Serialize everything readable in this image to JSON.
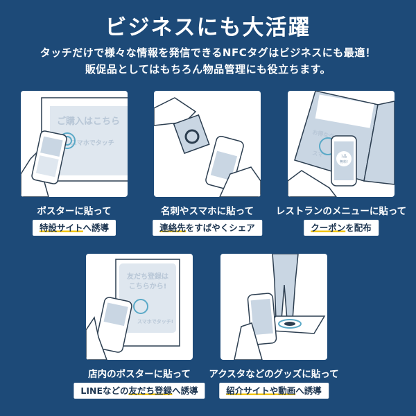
{
  "header": {
    "title": "ビジネスにも大活躍",
    "subtitle_line1": "タッチだけで様々な情報を発信できるNFCタグはビジネスにも最適！",
    "subtitle_line2": "販促品としてはもちろん物品管理にも役立ちます。"
  },
  "colors": {
    "background": "#1d4a78",
    "highlight": "#f2c514",
    "illustration_fill": "#c9d6e3"
  },
  "items": [
    {
      "label": "ポスターに貼って",
      "button_hl": "特設サイト",
      "button_rest": "へ誘導",
      "illustration": {
        "text1": "ご購入はこちら",
        "text2": "スマホでタッチ"
      }
    },
    {
      "label": "名刺やスマホに貼って",
      "button_hl": "連絡先",
      "button_rest": "をすばやくシェア"
    },
    {
      "label": "レストランのメニューに貼って",
      "button_hl": "クーポン",
      "button_rest": "を配布",
      "illustration": {
        "text1": "お得なク",
        "text2": "スマ",
        "badge1": "1品",
        "badge2": "無料!"
      }
    },
    {
      "label": "店内のポスターに貼って",
      "button_pre": "LINEなどの",
      "button_hl": "友だち登録",
      "button_rest": "へ誘導",
      "illustration": {
        "text1": "友だち登録は",
        "text2": "こちらから!",
        "text3": "スマホでタッチ!"
      }
    },
    {
      "label": "アクスタなどのグッズに貼って",
      "button_hl": "紹介サイトや動画",
      "button_rest": "へ誘導"
    }
  ]
}
